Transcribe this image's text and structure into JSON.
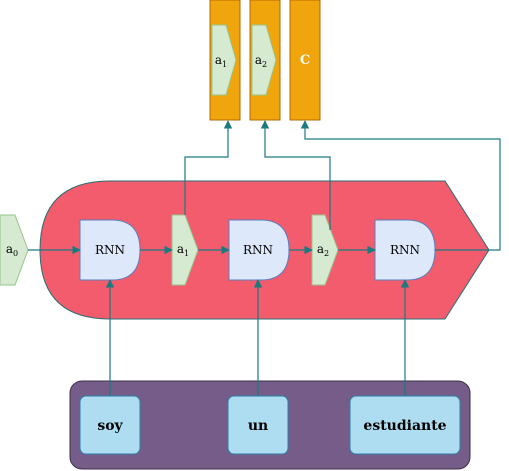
{
  "colors": {
    "encoder_fill": "#f25c6c",
    "encoder_stroke": "#2a6e73",
    "cell_fill": "#dde8fb",
    "cell_stroke": "#5b7fbf",
    "state_fill": "#d5ead0",
    "state_stroke": "#97c48c",
    "output_fill": "#f0a50c",
    "output_stroke": "#b06b00",
    "input_panel_fill": "#765d89",
    "word_fill": "#aedcf0",
    "word_stroke": "#2a7fa8",
    "arrow": "#1a7a80",
    "output_text": "#ffffff"
  },
  "initial_state": {
    "base": "a",
    "sub": "0"
  },
  "cells": [
    {
      "label": "RNN"
    },
    {
      "label": "RNN"
    },
    {
      "label": "RNN"
    }
  ],
  "states": [
    {
      "base": "a",
      "sub": "1"
    },
    {
      "base": "a",
      "sub": "2"
    }
  ],
  "outputs": [
    {
      "base": "a",
      "sub": "1"
    },
    {
      "base": "a",
      "sub": "2"
    },
    {
      "label": "C"
    }
  ],
  "inputs": [
    {
      "label": "soy"
    },
    {
      "label": "un"
    },
    {
      "label": "estudiante"
    }
  ]
}
